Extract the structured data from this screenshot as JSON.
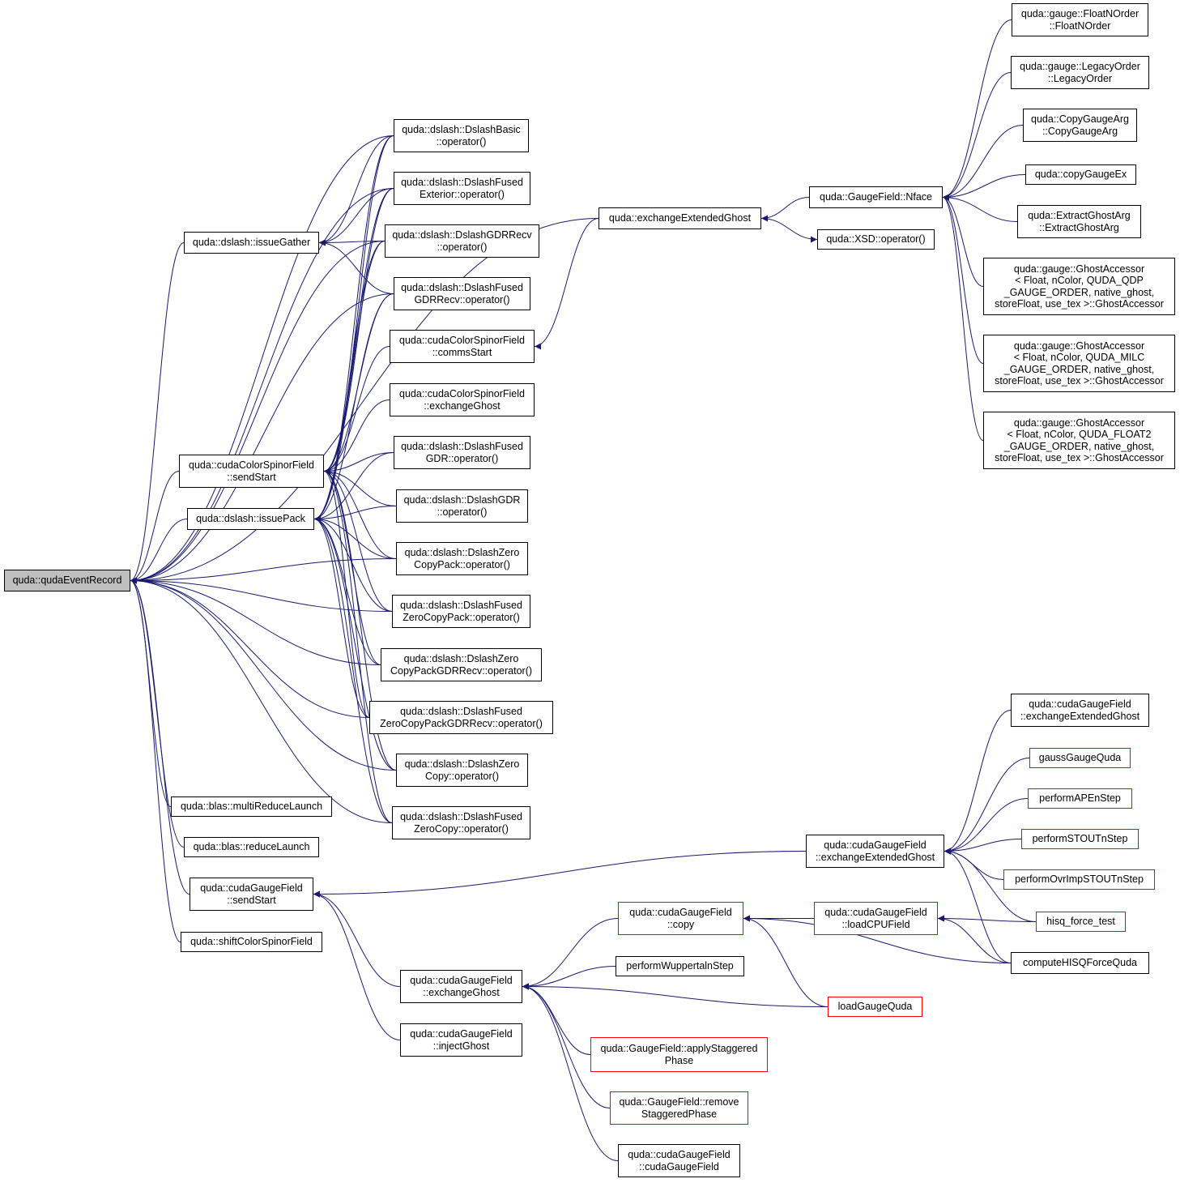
{
  "colors": {
    "edge": "#191970",
    "border_default": "#000000",
    "border_incomplete": "#ff0000",
    "root_fill": "#bfbfbf"
  },
  "nodes": [
    {
      "id": "root",
      "lines": [
        "quda::qudaEventRecord"
      ],
      "border": "black",
      "root": true
    },
    {
      "id": "issueGather",
      "lines": [
        "quda::dslash::issueGather"
      ],
      "border": "black"
    },
    {
      "id": "sendStartCSF",
      "lines": [
        "quda::cudaColorSpinorField",
        "::sendStart"
      ],
      "border": "black"
    },
    {
      "id": "issuePack",
      "lines": [
        "quda::dslash::issuePack"
      ],
      "border": "black"
    },
    {
      "id": "multiReduce",
      "lines": [
        "quda::blas::multiReduceLaunch"
      ],
      "border": "black"
    },
    {
      "id": "reduceLaunch",
      "lines": [
        "quda::blas::reduceLaunch"
      ],
      "border": "black"
    },
    {
      "id": "sendStartGF",
      "lines": [
        "quda::cudaGaugeField",
        "::sendStart"
      ],
      "border": "black"
    },
    {
      "id": "shiftCSF",
      "lines": [
        "quda::shiftColorSpinorField"
      ],
      "border": "black"
    },
    {
      "id": "dsBasic",
      "lines": [
        "quda::dslash::DslashBasic",
        "::operator()"
      ],
      "border": "black"
    },
    {
      "id": "dsFusedExt",
      "lines": [
        "quda::dslash::DslashFused",
        "Exterior::operator()"
      ],
      "border": "black"
    },
    {
      "id": "dsGDRRecv",
      "lines": [
        "quda::dslash::DslashGDRRecv",
        "::operator()"
      ],
      "border": "black"
    },
    {
      "id": "dsFusedGDRRecv",
      "lines": [
        "quda::dslash::DslashFused",
        "GDRRecv::operator()"
      ],
      "border": "black"
    },
    {
      "id": "commsStart",
      "lines": [
        "quda::cudaColorSpinorField",
        "::commsStart"
      ],
      "border": "black"
    },
    {
      "id": "exchGhostCSF",
      "lines": [
        "quda::cudaColorSpinorField",
        "::exchangeGhost"
      ],
      "border": "black"
    },
    {
      "id": "dsFusedGDR",
      "lines": [
        "quda::dslash::DslashFused",
        "GDR::operator()"
      ],
      "border": "black"
    },
    {
      "id": "dsGDR",
      "lines": [
        "quda::dslash::DslashGDR",
        "::operator()"
      ],
      "border": "black"
    },
    {
      "id": "dsZeroCopyPack",
      "lines": [
        "quda::dslash::DslashZero",
        "CopyPack::operator()"
      ],
      "border": "black"
    },
    {
      "id": "dsFusedZCP",
      "lines": [
        "quda::dslash::DslashFused",
        "ZeroCopyPack::operator()"
      ],
      "border": "black"
    },
    {
      "id": "dsZCPGDR",
      "lines": [
        "quda::dslash::DslashZero",
        "CopyPackGDRRecv::operator()"
      ],
      "border": "black"
    },
    {
      "id": "dsFusedZCPGDR",
      "lines": [
        "quda::dslash::DslashFused",
        "ZeroCopyPackGDRRecv::operator()"
      ],
      "border": "black"
    },
    {
      "id": "dsZeroCopy",
      "lines": [
        "quda::dslash::DslashZero",
        "Copy::operator()"
      ],
      "border": "black"
    },
    {
      "id": "dsFusedZC",
      "lines": [
        "quda::dslash::DslashFused",
        "ZeroCopy::operator()"
      ],
      "border": "black"
    },
    {
      "id": "exchExtGhost",
      "lines": [
        "quda::exchangeExtendedGhost"
      ],
      "border": "black"
    },
    {
      "id": "nface",
      "lines": [
        "quda::GaugeField::Nface"
      ],
      "border": "black"
    },
    {
      "id": "xsd",
      "lines": [
        "quda::XSD::operator()"
      ],
      "border": "black"
    },
    {
      "id": "floatN",
      "lines": [
        "quda::gauge::FloatNOrder",
        "::FloatNOrder"
      ],
      "border": "black"
    },
    {
      "id": "legacy",
      "lines": [
        "quda::gauge::LegacyOrder",
        "::LegacyOrder"
      ],
      "border": "black"
    },
    {
      "id": "copyGaugeArg",
      "lines": [
        "quda::CopyGaugeArg",
        "::CopyGaugeArg"
      ],
      "border": "black"
    },
    {
      "id": "copyGaugeEx",
      "lines": [
        "quda::copyGaugeEx"
      ],
      "border": "black"
    },
    {
      "id": "extractGhost",
      "lines": [
        "quda::ExtractGhostArg",
        "::ExtractGhostArg"
      ],
      "border": "black"
    },
    {
      "id": "ghostQDP",
      "lines": [
        "quda::gauge::GhostAccessor",
        "< Float, nColor, QUDA_QDP",
        "_GAUGE_ORDER, native_ghost,",
        "storeFloat, use_tex >::GhostAccessor"
      ],
      "border": "black"
    },
    {
      "id": "ghostMILC",
      "lines": [
        "quda::gauge::GhostAccessor",
        "< Float, nColor, QUDA_MILC",
        "_GAUGE_ORDER, native_ghost,",
        "storeFloat, use_tex >::GhostAccessor"
      ],
      "border": "black"
    },
    {
      "id": "ghostF2",
      "lines": [
        "quda::gauge::GhostAccessor",
        "< Float, nColor, QUDA_FLOAT2",
        "_GAUGE_ORDER, native_ghost,",
        "storeFloat, use_tex >::GhostAccessor"
      ],
      "border": "black"
    },
    {
      "id": "cgfExchExt",
      "lines": [
        "quda::cudaGaugeField",
        "::exchangeExtendedGhost"
      ],
      "border": "black"
    },
    {
      "id": "cgfExchExtTop",
      "lines": [
        "quda::cudaGaugeField",
        "::exchangeExtendedGhost"
      ],
      "border": "black"
    },
    {
      "id": "gaussGauge",
      "lines": [
        "gaussGaugeQuda"
      ],
      "border": "red"
    },
    {
      "id": "ape",
      "lines": [
        "performAPEnStep"
      ],
      "border": "red"
    },
    {
      "id": "stout",
      "lines": [
        "performSTOUTnStep"
      ],
      "border": "red"
    },
    {
      "id": "ovrImp",
      "lines": [
        "performOvrImpSTOUTnStep"
      ],
      "border": "red"
    },
    {
      "id": "hisqTest",
      "lines": [
        "hisq_force_test"
      ],
      "border": "red"
    },
    {
      "id": "hisqForce",
      "lines": [
        "computeHISQForceQuda"
      ],
      "border": "black"
    },
    {
      "id": "cgfExchGhost",
      "lines": [
        "quda::cudaGaugeField",
        "::exchangeGhost"
      ],
      "border": "black"
    },
    {
      "id": "injectGhost",
      "lines": [
        "quda::cudaGaugeField",
        "::injectGhost"
      ],
      "border": "black"
    },
    {
      "id": "cgfCopy",
      "lines": [
        "quda::cudaGaugeField",
        "::copy"
      ],
      "border": "red"
    },
    {
      "id": "loadCPU",
      "lines": [
        "quda::cudaGaugeField",
        "::loadCPUField"
      ],
      "border": "red"
    },
    {
      "id": "wuppertal",
      "lines": [
        "performWuppertalnStep"
      ],
      "border": "black"
    },
    {
      "id": "loadGauge",
      "lines": [
        "loadGaugeQuda"
      ],
      "border": "red"
    },
    {
      "id": "applyStag",
      "lines": [
        "quda::GaugeField::applyStaggered",
        "Phase"
      ],
      "border": "red"
    },
    {
      "id": "removeStag",
      "lines": [
        "quda::GaugeField::remove",
        "StaggeredPhase"
      ],
      "border": "red"
    },
    {
      "id": "cgfCtor",
      "lines": [
        "quda::cudaGaugeField",
        "::cudaGaugeField"
      ],
      "border": "black"
    }
  ],
  "edges": [
    [
      "root",
      "issueGather"
    ],
    [
      "root",
      "sendStartCSF"
    ],
    [
      "root",
      "issuePack"
    ],
    [
      "root",
      "multiReduce"
    ],
    [
      "root",
      "reduceLaunch"
    ],
    [
      "root",
      "sendStartGF"
    ],
    [
      "root",
      "shiftCSF"
    ],
    [
      "root",
      "dsBasic"
    ],
    [
      "root",
      "dsFusedExt"
    ],
    [
      "root",
      "dsGDRRecv"
    ],
    [
      "root",
      "dsFusedGDRRecv"
    ],
    [
      "root",
      "exchExtGhost"
    ],
    [
      "root",
      "dsZeroCopyPack"
    ],
    [
      "root",
      "dsFusedZCP"
    ],
    [
      "root",
      "dsZCPGDR"
    ],
    [
      "root",
      "dsFusedZCPGDR"
    ],
    [
      "root",
      "dsZeroCopy"
    ],
    [
      "root",
      "dsFusedZC"
    ],
    [
      "issueGather",
      "dsBasic"
    ],
    [
      "issueGather",
      "dsFusedExt"
    ],
    [
      "issueGather",
      "dsGDRRecv"
    ],
    [
      "issueGather",
      "dsFusedGDRRecv"
    ],
    [
      "sendStartCSF",
      "dsBasic"
    ],
    [
      "sendStartCSF",
      "dsFusedExt"
    ],
    [
      "sendStartCSF",
      "dsGDRRecv"
    ],
    [
      "sendStartCSF",
      "dsFusedGDRRecv"
    ],
    [
      "sendStartCSF",
      "commsStart"
    ],
    [
      "sendStartCSF",
      "exchGhostCSF"
    ],
    [
      "sendStartCSF",
      "dsFusedGDR"
    ],
    [
      "sendStartCSF",
      "dsGDR"
    ],
    [
      "sendStartCSF",
      "dsZeroCopyPack"
    ],
    [
      "sendStartCSF",
      "dsFusedZCP"
    ],
    [
      "sendStartCSF",
      "dsZCPGDR"
    ],
    [
      "sendStartCSF",
      "dsFusedZCPGDR"
    ],
    [
      "sendStartCSF",
      "dsZeroCopy"
    ],
    [
      "sendStartCSF",
      "dsFusedZC"
    ],
    [
      "issuePack",
      "dsBasic"
    ],
    [
      "issuePack",
      "dsFusedExt"
    ],
    [
      "issuePack",
      "dsGDRRecv"
    ],
    [
      "issuePack",
      "dsFusedGDRRecv"
    ],
    [
      "issuePack",
      "dsFusedGDR"
    ],
    [
      "issuePack",
      "dsGDR"
    ],
    [
      "issuePack",
      "dsZeroCopyPack"
    ],
    [
      "issuePack",
      "dsFusedZCP"
    ],
    [
      "issuePack",
      "dsZCPGDR"
    ],
    [
      "issuePack",
      "dsFusedZCPGDR"
    ],
    [
      "issuePack",
      "dsZeroCopy"
    ],
    [
      "issuePack",
      "dsFusedZC"
    ],
    [
      "commsStart",
      "exchExtGhost"
    ],
    [
      "exchExtGhost",
      "nface"
    ],
    [
      "xsd",
      "exchExtGhost"
    ],
    [
      "nface",
      "floatN"
    ],
    [
      "nface",
      "legacy"
    ],
    [
      "nface",
      "copyGaugeArg"
    ],
    [
      "nface",
      "copyGaugeEx"
    ],
    [
      "nface",
      "extractGhost"
    ],
    [
      "nface",
      "ghostQDP"
    ],
    [
      "nface",
      "ghostMILC"
    ],
    [
      "nface",
      "ghostF2"
    ],
    [
      "sendStartGF",
      "cgfExchExt"
    ],
    [
      "sendStartGF",
      "cgfExchGhost"
    ],
    [
      "sendStartGF",
      "injectGhost"
    ],
    [
      "cgfExchExt",
      "cgfExchExtTop"
    ],
    [
      "cgfExchExt",
      "gaussGauge"
    ],
    [
      "cgfExchExt",
      "ape"
    ],
    [
      "cgfExchExt",
      "stout"
    ],
    [
      "cgfExchExt",
      "ovrImp"
    ],
    [
      "cgfExchExt",
      "hisqTest"
    ],
    [
      "cgfExchExt",
      "hisqForce"
    ],
    [
      "cgfExchGhost",
      "cgfCopy"
    ],
    [
      "cgfExchGhost",
      "wuppertal"
    ],
    [
      "cgfExchGhost",
      "loadGauge"
    ],
    [
      "cgfExchGhost",
      "applyStag"
    ],
    [
      "cgfExchGhost",
      "removeStag"
    ],
    [
      "cgfExchGhost",
      "cgfCtor"
    ],
    [
      "cgfCopy",
      "loadCPU"
    ],
    [
      "cgfCopy",
      "hisqForce"
    ],
    [
      "cgfCopy",
      "loadGauge"
    ],
    [
      "loadCPU",
      "hisqTest"
    ],
    [
      "loadCPU",
      "hisqForce"
    ]
  ]
}
